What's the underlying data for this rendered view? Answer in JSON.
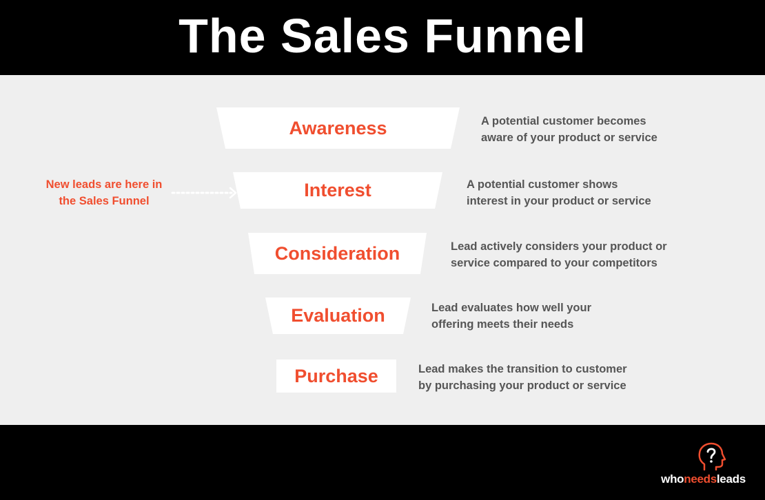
{
  "header": {
    "title": "The Sales Funnel"
  },
  "funnel": {
    "stages": [
      {
        "label": "Awareness",
        "description": [
          "A potential customer becomes",
          "aware of your product or service"
        ]
      },
      {
        "label": "Interest",
        "description": [
          "A potential customer shows",
          "interest in your product or service"
        ]
      },
      {
        "label": "Consideration",
        "description": [
          "Lead actively considers your product or",
          "service compared to your competitors"
        ]
      },
      {
        "label": "Evaluation",
        "description": [
          "Lead evaluates how well your",
          "offering meets their needs"
        ]
      },
      {
        "label": "Purchase",
        "description": [
          "Lead makes the transition to customer",
          "by purchasing your product or service"
        ]
      }
    ],
    "note": [
      "New leads are here in",
      "the Sales Funnel"
    ]
  },
  "brand": {
    "prefix": "who",
    "middle": "needs",
    "suffix": "leads"
  },
  "colors": {
    "accent": "#f04e2f",
    "background": "#efefef",
    "bar": "#000000",
    "text": "#555555"
  },
  "icons": {
    "arrow": "dotted-arrow-right-icon",
    "logo": "head-question-mark-icon"
  }
}
